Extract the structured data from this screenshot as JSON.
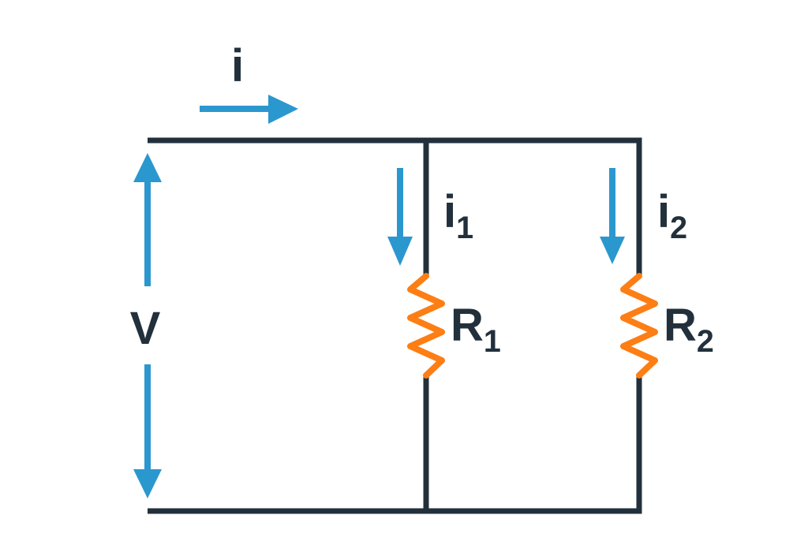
{
  "title": "Parallel resistor circuit diagram",
  "colors": {
    "background": "#ffffff",
    "wire": "#22303c",
    "arrow": "#2b97cf",
    "resistor": "#fd7e14"
  },
  "labels": {
    "total_current": "i",
    "voltage": "V",
    "branch1_current": {
      "base": "i",
      "sub": "1"
    },
    "branch2_current": {
      "base": "i",
      "sub": "2"
    },
    "resistor1": {
      "base": "R",
      "sub": "1"
    },
    "resistor2": {
      "base": "R",
      "sub": "2"
    }
  }
}
